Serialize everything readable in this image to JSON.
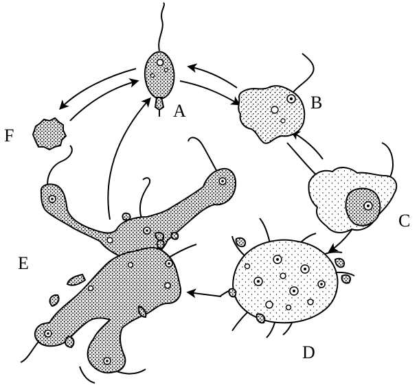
{
  "diagram": {
    "labels": {
      "a": "A",
      "b": "B",
      "c": "C",
      "d": "D",
      "e": "E",
      "f": "F"
    }
  },
  "colors": {
    "ink": "#000000",
    "paper": "#ffffff"
  }
}
